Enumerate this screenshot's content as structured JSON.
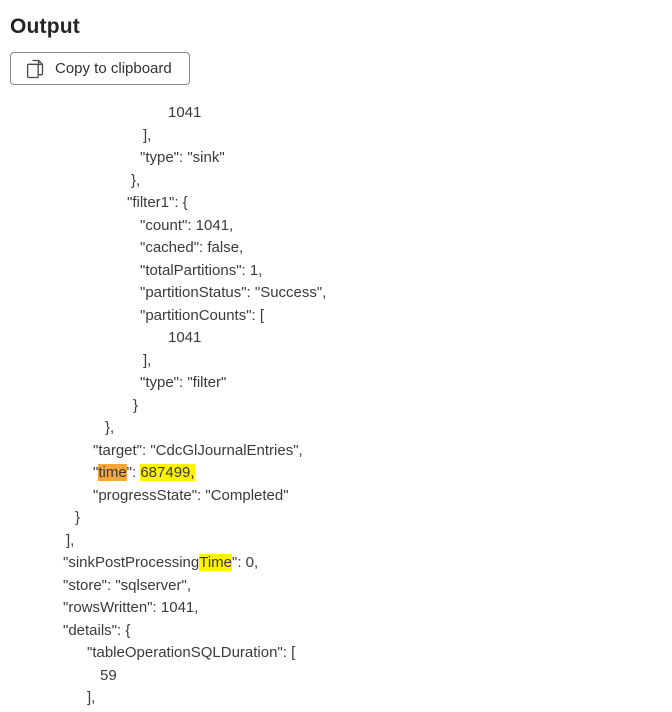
{
  "header": {
    "title": "Output"
  },
  "toolbar": {
    "copy_button": {
      "label": "Copy to clipboard",
      "icon": "copy-icon"
    }
  },
  "colors": {
    "background": "#ffffff",
    "text": "#3a3a3a",
    "heading": "#252423",
    "button_border": "#8a8886",
    "highlight_active": "#f7a738",
    "highlight_match": "#fff100"
  },
  "output": {
    "lines": [
      {
        "pad": 168,
        "segments": [
          {
            "text": "1041"
          }
        ]
      },
      {
        "pad": 143,
        "segments": [
          {
            "text": "],"
          }
        ]
      },
      {
        "pad": 140,
        "segments": [
          {
            "text": "\"type\": \"sink\""
          }
        ]
      },
      {
        "pad": 131,
        "segments": [
          {
            "text": "},"
          }
        ]
      },
      {
        "pad": 127,
        "segments": [
          {
            "text": "\"filter1\": {"
          }
        ]
      },
      {
        "pad": 140,
        "segments": [
          {
            "text": "\"count\": 1041,"
          }
        ]
      },
      {
        "pad": 140,
        "segments": [
          {
            "text": "\"cached\": false,"
          }
        ]
      },
      {
        "pad": 140,
        "segments": [
          {
            "text": "\"totalPartitions\": 1,"
          }
        ]
      },
      {
        "pad": 140,
        "segments": [
          {
            "text": "\"partitionStatus\": \"Success\","
          }
        ]
      },
      {
        "pad": 140,
        "segments": [
          {
            "text": "\"partitionCounts\": ["
          }
        ]
      },
      {
        "pad": 168,
        "segments": [
          {
            "text": "1041"
          }
        ]
      },
      {
        "pad": 143,
        "segments": [
          {
            "text": "],"
          }
        ]
      },
      {
        "pad": 140,
        "segments": [
          {
            "text": "\"type\": \"filter\""
          }
        ]
      },
      {
        "pad": 133,
        "segments": [
          {
            "text": "}"
          }
        ]
      },
      {
        "pad": 105,
        "segments": [
          {
            "text": "},"
          }
        ]
      },
      {
        "pad": 93,
        "segments": [
          {
            "text": "\"target\": \"CdcGlJournalEntries\","
          }
        ]
      },
      {
        "pad": 93,
        "segments": [
          {
            "text": "\""
          },
          {
            "text": "time",
            "highlight": "active"
          },
          {
            "text": "\": "
          },
          {
            "text": "687499,",
            "highlight": "match"
          }
        ]
      },
      {
        "pad": 93,
        "segments": [
          {
            "text": "\"progressState\": \"Completed\""
          }
        ]
      },
      {
        "pad": 75,
        "segments": [
          {
            "text": "}"
          }
        ]
      },
      {
        "pad": 66,
        "segments": [
          {
            "text": "],"
          }
        ]
      },
      {
        "pad": 63,
        "segments": [
          {
            "text": "\"sinkPostProcessing"
          },
          {
            "text": "Time",
            "highlight": "match"
          },
          {
            "text": "\": 0,"
          }
        ]
      },
      {
        "pad": 63,
        "segments": [
          {
            "text": "\"store\": \"sqlserver\","
          }
        ]
      },
      {
        "pad": 63,
        "segments": [
          {
            "text": "\"rowsWritten\": 1041,"
          }
        ]
      },
      {
        "pad": 63,
        "segments": [
          {
            "text": "\"details\": {"
          }
        ]
      },
      {
        "pad": 87,
        "segments": [
          {
            "text": "\"tableOperationSQLDuration\": ["
          }
        ]
      },
      {
        "pad": 100,
        "segments": [
          {
            "text": "59"
          }
        ]
      },
      {
        "pad": 87,
        "segments": [
          {
            "text": "],"
          }
        ]
      }
    ]
  }
}
